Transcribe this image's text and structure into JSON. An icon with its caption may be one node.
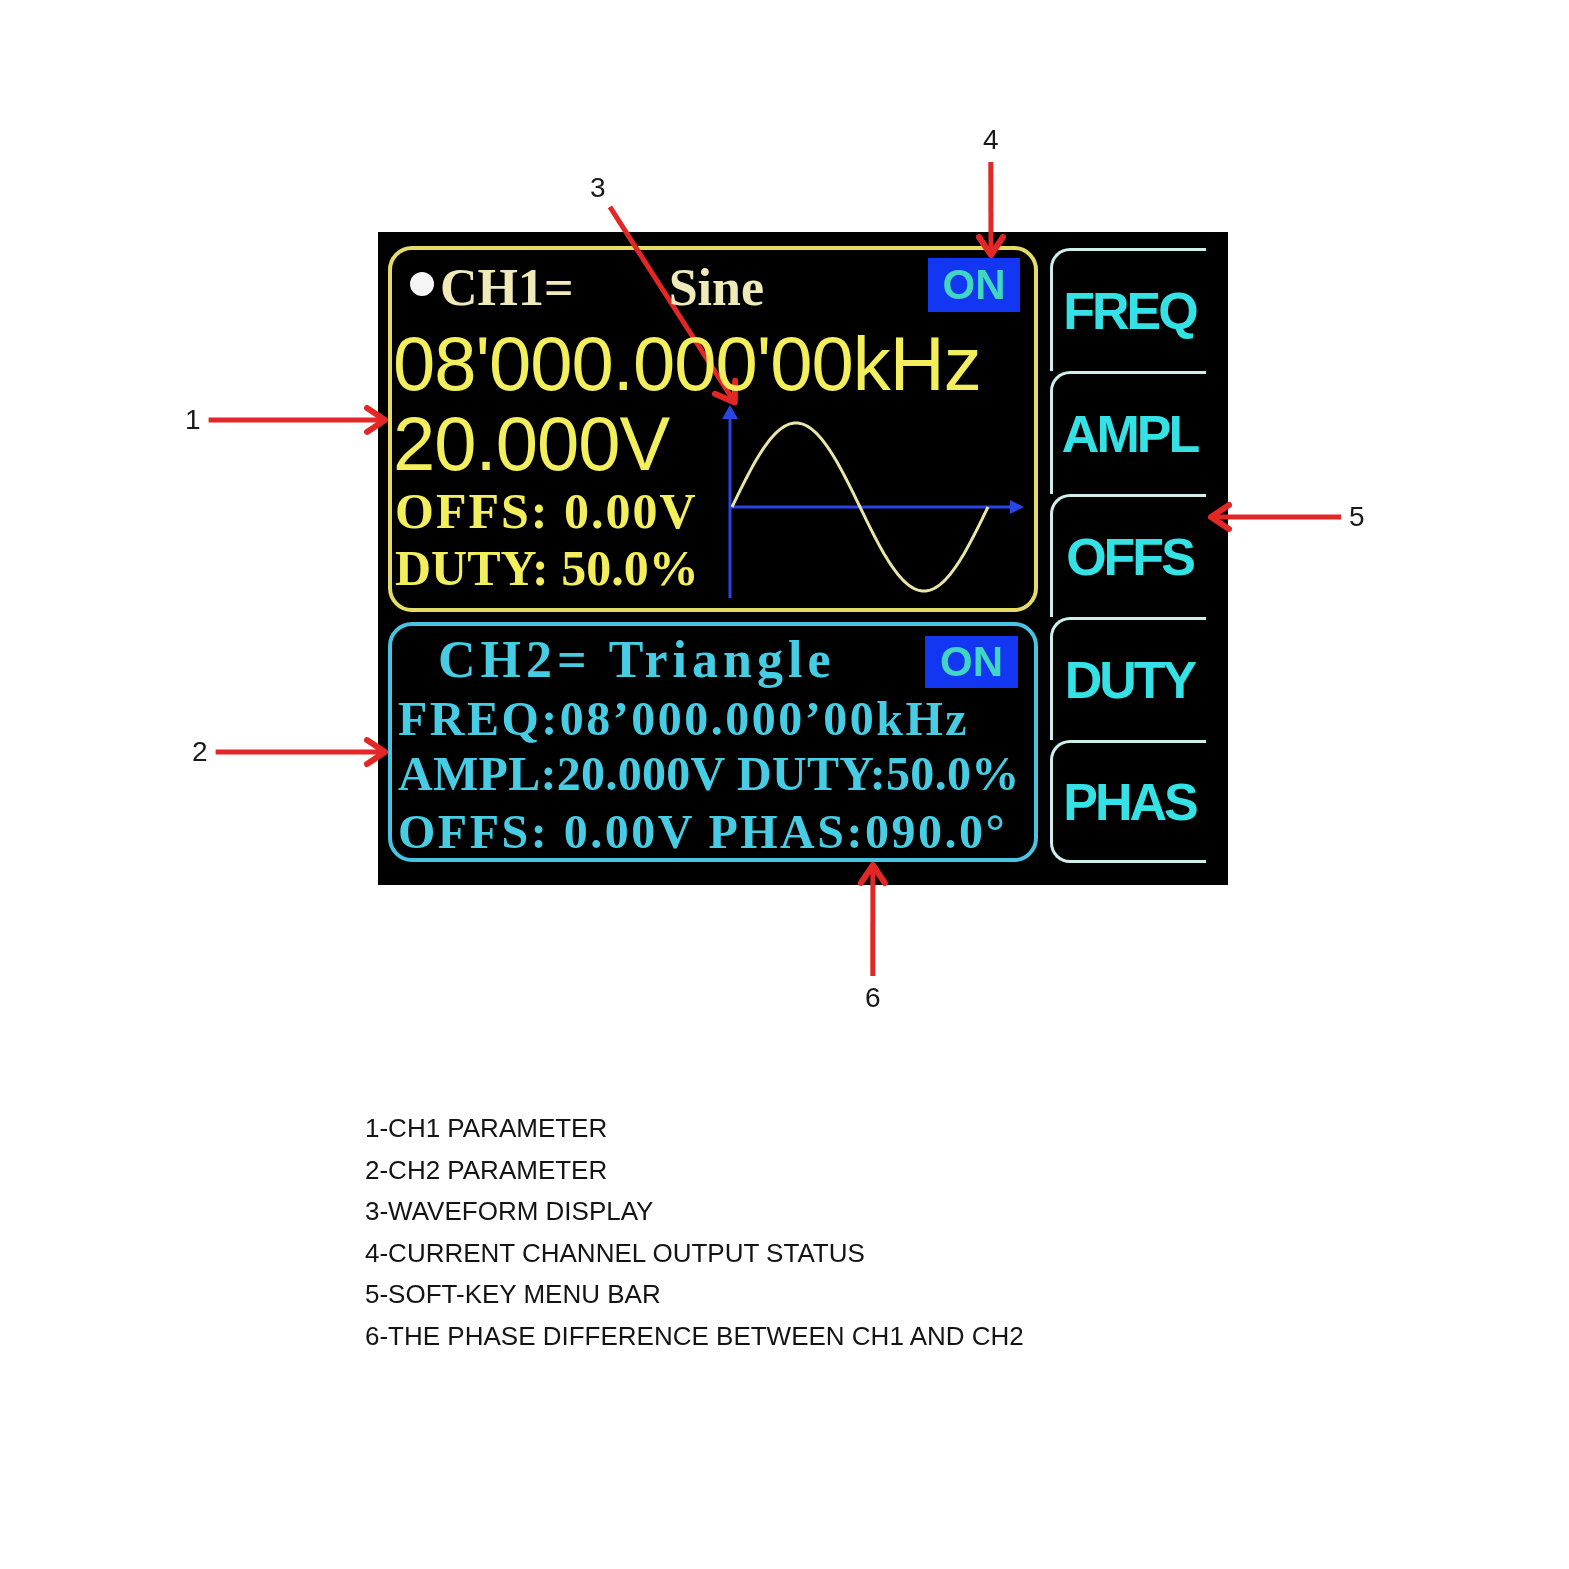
{
  "diagram": {
    "nodes": [
      {
        "text": [],
        "shape": "box"
      },
      {
        "text": [
          "CH1= Sine",
          "08'000.000'00kHz",
          "20.000V",
          "OFFS: 0.00V",
          "DUTY: 50.0%"
        ],
        "in": 0
      },
      {
        "text": [
          "ON"
        ],
        "in": 1
      },
      {
        "text": [],
        "shape": "picture",
        "in": 1
      },
      {
        "text": [
          "CH2= Triangle",
          "FREQ:08’000.000’00kHz",
          "AMPL:20.000V DUTY:50.0%",
          "OFFS: 0.00V PHAS:090.0°"
        ],
        "in": 0
      },
      {
        "text": [
          "ON"
        ],
        "in": 4
      },
      {
        "text": [],
        "shape": "bar",
        "in": 0
      },
      {
        "text": [
          "FREQ"
        ],
        "in": 6
      },
      {
        "text": [
          "AMPL"
        ],
        "in": 6
      },
      {
        "text": [
          "OFFS"
        ],
        "in": 6
      },
      {
        "text": [
          "DUTY"
        ],
        "in": 6
      },
      {
        "text": [
          "PHAS"
        ],
        "in": 6
      },
      {
        "text": [
          "1"
        ]
      },
      {
        "text": [
          "2"
        ]
      },
      {
        "text": [
          "3"
        ]
      },
      {
        "text": [
          "4"
        ]
      },
      {
        "text": [
          "5"
        ]
      },
      {
        "text": [
          "6"
        ]
      }
    ],
    "edges": [
      {
        "from": 12,
        "to": 1,
        "arrow": "to"
      },
      {
        "from": 13,
        "to": 4,
        "arrow": "to"
      },
      {
        "from": 14,
        "to": 3,
        "arrow": "to"
      },
      {
        "from": 15,
        "to": 2,
        "arrow": "to"
      },
      {
        "from": 16,
        "to": 6,
        "arrow": "to"
      },
      {
        "from": 17,
        "to": 4,
        "arrow": "to"
      }
    ],
    "labels": [
      "1-CH1 PARAMETER",
      "2-CH2 PARAMETER",
      "3-WAVEFORM DISPLAY",
      "4-CURRENT CHANNEL OUTPUT STATUS",
      "5-SOFT-KEY MENU BAR",
      "6-THE PHASE DIFFERENCE BETWEEN CH1 AND CH2"
    ]
  }
}
